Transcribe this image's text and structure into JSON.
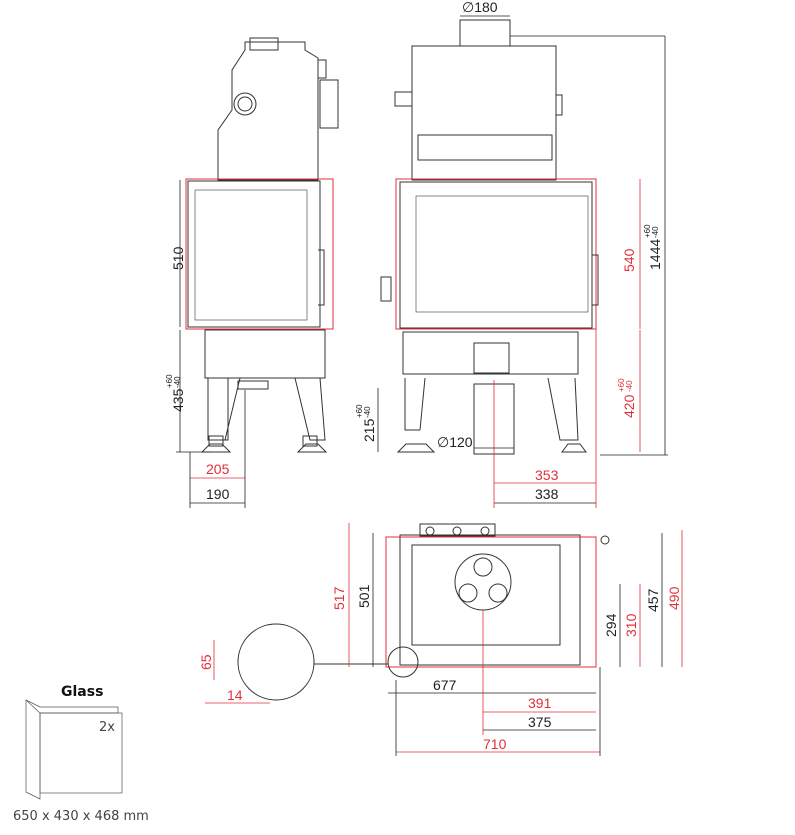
{
  "dimensions": {
    "flue_diameter": "∅180",
    "side_glass_height": "510",
    "side_base_height": "435",
    "side_base_tol_plus": "+60",
    "side_base_tol_minus": "-40",
    "side_depth_red": "205",
    "side_depth": "190",
    "air_inlet_height": "215",
    "air_inlet_tol_plus": "+60",
    "air_inlet_tol_minus": "-40",
    "air_inlet_diameter": "∅120",
    "front_glass_height": "540",
    "total_height": "1444",
    "total_tol_plus": "+60",
    "total_tol_minus": "-40",
    "front_base_height": "420",
    "front_base_tol_plus": "+60",
    "front_base_tol_minus": "-40",
    "front_offset_red": "353",
    "front_offset": "338",
    "top_depth_red": "517",
    "top_depth": "501",
    "flue_pos_y": "294",
    "flue_pos_y_red": "310",
    "top_depth_right": "457",
    "top_depth_right_red": "490",
    "detail_height": "65",
    "detail_width": "14",
    "top_width": "677",
    "flue_pos_x_red": "391",
    "flue_pos_x": "375",
    "total_width": "710"
  },
  "glass": {
    "title": "Glass",
    "quantity": "2x",
    "size": "650 x 430 x 468 mm"
  },
  "colors": {
    "dimension_red": "#e0303a",
    "line": "#333333"
  }
}
